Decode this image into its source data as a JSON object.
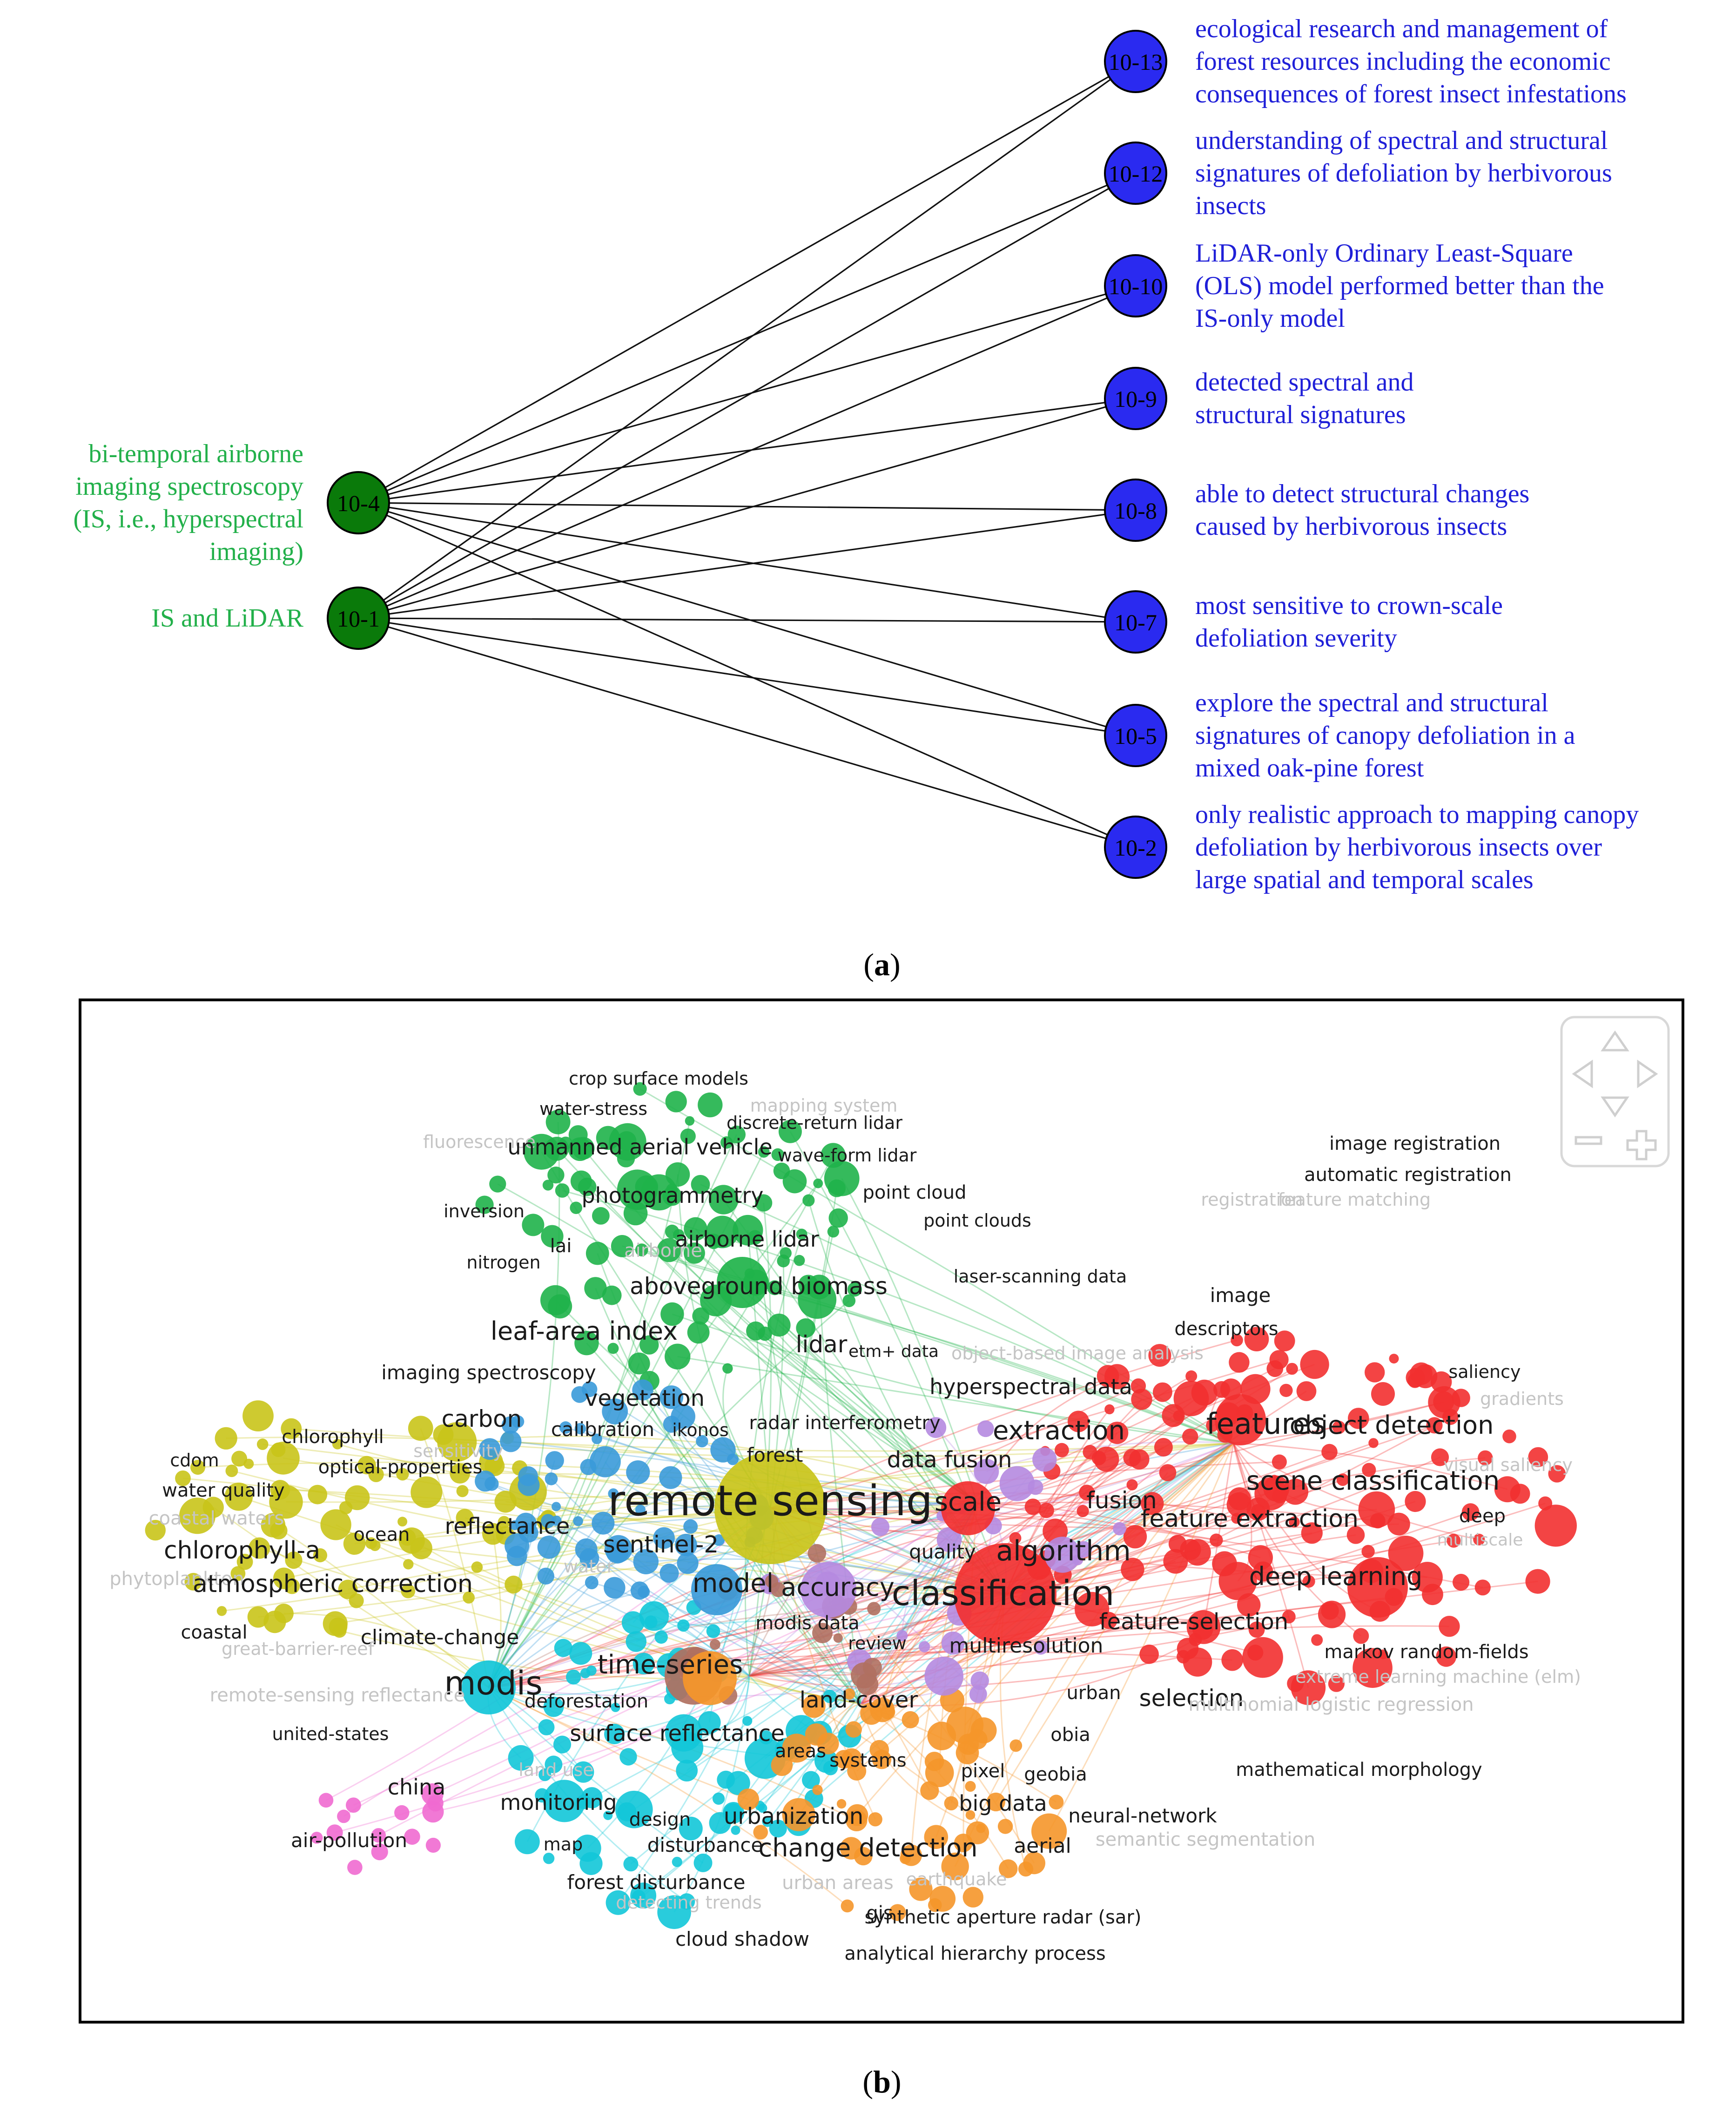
{
  "panel_a": {
    "left_nodes": [
      {
        "id": "10-4",
        "label_lines": [
          "bi-temporal airborne",
          "imaging spectroscopy",
          "(IS, i.e., hyperspectral",
          "imaging)"
        ]
      },
      {
        "id": "10-1",
        "label_lines": [
          "IS and LiDAR"
        ]
      }
    ],
    "right_nodes": [
      {
        "id": "10-13",
        "label_lines": [
          "ecological research and management of",
          "forest resources including the economic",
          "consequences of forest insect infestations"
        ]
      },
      {
        "id": "10-12",
        "label_lines": [
          "understanding of spectral and structural",
          "signatures of defoliation by herbivorous",
          "insects"
        ]
      },
      {
        "id": "10-10",
        "label_lines": [
          "LiDAR-only Ordinary Least-Square",
          "(OLS) model performed better than the",
          "IS-only model"
        ]
      },
      {
        "id": "10-9",
        "label_lines": [
          "detected spectral and",
          "structural signatures"
        ]
      },
      {
        "id": "10-8",
        "label_lines": [
          "able to detect structural changes",
          "caused by herbivorous insects"
        ]
      },
      {
        "id": "10-7",
        "label_lines": [
          "most sensitive to crown-scale",
          "defoliation severity"
        ]
      },
      {
        "id": "10-5",
        "label_lines": [
          "explore the spectral and structural",
          "signatures of canopy defoliation in a",
          "mixed oak-pine forest"
        ]
      },
      {
        "id": "10-2",
        "label_lines": [
          "only realistic approach to mapping canopy",
          "defoliation by herbivorous insects over",
          "large spatial and temporal scales"
        ]
      }
    ],
    "colors": {
      "left": "#0a7a0a",
      "right": "#2a2af0",
      "left_text": "#22b04a",
      "right_text": "#1f1fd8"
    },
    "caption_prefix": "(",
    "caption_letter": "a",
    "caption_suffix": ")"
  },
  "panel_b": {
    "caption_prefix": "(",
    "caption_letter": "b",
    "caption_suffix": ")",
    "clusters": {
      "green": "#1fb34a",
      "yellow": "#c9c41a",
      "blue": "#3a9ad9",
      "cyan": "#12c6d8",
      "red": "#f23030",
      "orange": "#f5962a",
      "purple": "#b58ae0",
      "brown": "#b07060",
      "pink": "#f06ad0"
    },
    "labels": [
      {
        "text": "crop surface models",
        "c": "black"
      },
      {
        "text": "water-stress",
        "c": "black"
      },
      {
        "text": "mapping system",
        "c": "faint"
      },
      {
        "text": "discrete-return lidar",
        "c": "black"
      },
      {
        "text": "fluorescence",
        "c": "faint"
      },
      {
        "text": "unmanned aerial vehicle",
        "c": "black"
      },
      {
        "text": "wave-form lidar",
        "c": "black"
      },
      {
        "text": "photogrammetry",
        "c": "black"
      },
      {
        "text": "point cloud",
        "c": "black"
      },
      {
        "text": "inversion",
        "c": "black"
      },
      {
        "text": "point clouds",
        "c": "black"
      },
      {
        "text": "lai",
        "c": "black"
      },
      {
        "text": "airborne lidar",
        "c": "black"
      },
      {
        "text": "nitrogen",
        "c": "black"
      },
      {
        "text": "airborne",
        "c": "faint"
      },
      {
        "text": "laser-scanning data",
        "c": "black"
      },
      {
        "text": "aboveground biomass",
        "c": "black"
      },
      {
        "text": "leaf-area index",
        "c": "black"
      },
      {
        "text": "lidar",
        "c": "black"
      },
      {
        "text": "etm+ data",
        "c": "black"
      },
      {
        "text": "imaging spectroscopy",
        "c": "black"
      },
      {
        "text": "hyperspectral data",
        "c": "black"
      },
      {
        "text": "vegetation",
        "c": "black"
      },
      {
        "text": "carbon",
        "c": "black"
      },
      {
        "text": "calibration",
        "c": "black"
      },
      {
        "text": "ikonos",
        "c": "black"
      },
      {
        "text": "radar interferometry",
        "c": "black"
      },
      {
        "text": "chlorophyll",
        "c": "black"
      },
      {
        "text": "extraction",
        "c": "black"
      },
      {
        "text": "features",
        "c": "black"
      },
      {
        "text": "object detection",
        "c": "black"
      },
      {
        "text": "saliency",
        "c": "black"
      },
      {
        "text": "gradients",
        "c": "faint"
      },
      {
        "text": "cdom",
        "c": "black"
      },
      {
        "text": "optical-properties",
        "c": "black"
      },
      {
        "text": "sensitivity",
        "c": "faint"
      },
      {
        "text": "forest",
        "c": "black"
      },
      {
        "text": "data fusion",
        "c": "black"
      },
      {
        "text": "visual saliency",
        "c": "faint"
      },
      {
        "text": "water quality",
        "c": "black"
      },
      {
        "text": "scene classification",
        "c": "black"
      },
      {
        "text": "coastal waters",
        "c": "faint"
      },
      {
        "text": "remote sensing",
        "c": "black"
      },
      {
        "text": "scale",
        "c": "black"
      },
      {
        "text": "fusion",
        "c": "black"
      },
      {
        "text": "reflectance",
        "c": "black"
      },
      {
        "text": "ocean",
        "c": "black"
      },
      {
        "text": "feature extraction",
        "c": "black"
      },
      {
        "text": "deep",
        "c": "black"
      },
      {
        "text": "chlorophyll-a",
        "c": "black"
      },
      {
        "text": "sentinel-2",
        "c": "black"
      },
      {
        "text": "quality",
        "c": "black"
      },
      {
        "text": "algorithm",
        "c": "black"
      },
      {
        "text": "multiscale",
        "c": "faint"
      },
      {
        "text": "water",
        "c": "faint"
      },
      {
        "text": "phytoplankton",
        "c": "faint"
      },
      {
        "text": "deep learning",
        "c": "black"
      },
      {
        "text": "atmospheric correction",
        "c": "black"
      },
      {
        "text": "model",
        "c": "black"
      },
      {
        "text": "accuracy",
        "c": "black"
      },
      {
        "text": "classification",
        "c": "black"
      },
      {
        "text": "coastal",
        "c": "black"
      },
      {
        "text": "climate-change",
        "c": "black"
      },
      {
        "text": "modis data",
        "c": "black"
      },
      {
        "text": "feature-selection",
        "c": "black"
      },
      {
        "text": "great-barrier-reef",
        "c": "faint"
      },
      {
        "text": "review",
        "c": "black"
      },
      {
        "text": "multiresolution",
        "c": "black"
      },
      {
        "text": "markov random-fields",
        "c": "black"
      },
      {
        "text": "time-series",
        "c": "black"
      },
      {
        "text": "modis",
        "c": "black"
      },
      {
        "text": "extreme learning machine (elm)",
        "c": "faint"
      },
      {
        "text": "remote-sensing reflectance",
        "c": "faint"
      },
      {
        "text": "deforestation",
        "c": "black"
      },
      {
        "text": "land-cover",
        "c": "black"
      },
      {
        "text": "urban",
        "c": "black"
      },
      {
        "text": "selection",
        "c": "black"
      },
      {
        "text": "multinomial logistic regression",
        "c": "faint"
      },
      {
        "text": "united-states",
        "c": "black"
      },
      {
        "text": "surface reflectance",
        "c": "black"
      },
      {
        "text": "obia",
        "c": "black"
      },
      {
        "text": "areas",
        "c": "black"
      },
      {
        "text": "systems",
        "c": "black"
      },
      {
        "text": "land use",
        "c": "faint"
      },
      {
        "text": "china",
        "c": "black"
      },
      {
        "text": "pixel",
        "c": "black"
      },
      {
        "text": "geobia",
        "c": "black"
      },
      {
        "text": "mathematical morphology",
        "c": "black"
      },
      {
        "text": "monitoring",
        "c": "black"
      },
      {
        "text": "design",
        "c": "black"
      },
      {
        "text": "urbanization",
        "c": "black"
      },
      {
        "text": "big data",
        "c": "black"
      },
      {
        "text": "neural-network",
        "c": "black"
      },
      {
        "text": "air-pollution",
        "c": "black"
      },
      {
        "text": "map",
        "c": "black"
      },
      {
        "text": "disturbance",
        "c": "black"
      },
      {
        "text": "change detection",
        "c": "black"
      },
      {
        "text": "aerial",
        "c": "black"
      },
      {
        "text": "semantic segmentation",
        "c": "faint"
      },
      {
        "text": "forest disturbance",
        "c": "black"
      },
      {
        "text": "urban areas",
        "c": "faint"
      },
      {
        "text": "earthquake",
        "c": "faint"
      },
      {
        "text": "detecting trends",
        "c": "faint"
      },
      {
        "text": "gis",
        "c": "black"
      },
      {
        "text": "synthetic aperture radar (sar)",
        "c": "black"
      },
      {
        "text": "cloud shadow",
        "c": "black"
      },
      {
        "text": "analytical hierarchy process",
        "c": "black"
      },
      {
        "text": "image registration",
        "c": "black"
      },
      {
        "text": "automatic registration",
        "c": "black"
      },
      {
        "text": "registration",
        "c": "faint"
      },
      {
        "text": "feature matching",
        "c": "faint"
      },
      {
        "text": "image",
        "c": "black"
      },
      {
        "text": "descriptors",
        "c": "black"
      },
      {
        "text": "object-based image analysis",
        "c": "faint"
      }
    ]
  }
}
